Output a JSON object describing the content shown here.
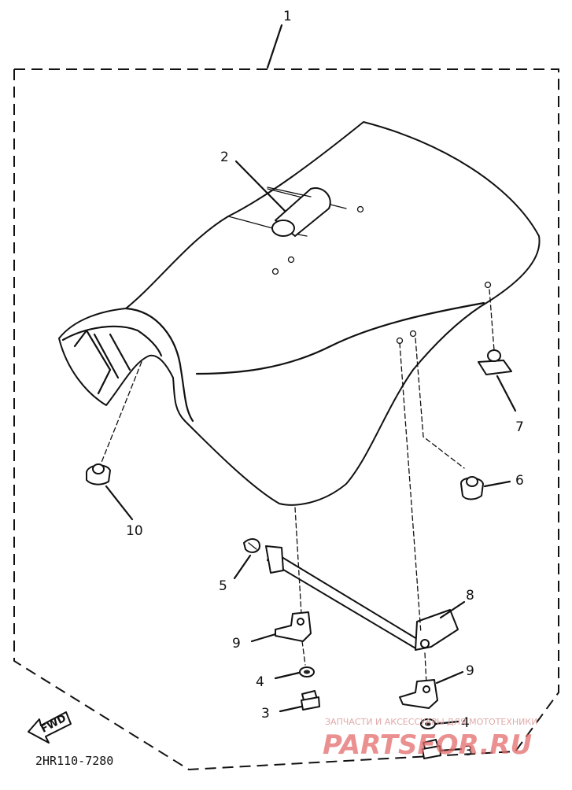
{
  "callouts": {
    "assembly": "1",
    "grab_pipe": "2",
    "bolt_left": "3",
    "bolt_right": "3",
    "washer_left": "4",
    "washer_right": "4",
    "clip": "5",
    "damper_right": "6",
    "nut_rear": "7",
    "lock_bar": "8",
    "bracket_left": "9",
    "bracket_right": "9",
    "damper_front": "10"
  },
  "fwd_label": "FWD",
  "diagram_code": "2HR110-7280",
  "watermark": {
    "caption": "ЗАПЧАСТИ И АКСЕССУАРЫ ДЛЯ МОТОТЕХНИКИ",
    "logo": "PARTSFOR.RU"
  },
  "colors": {
    "line": "#111111",
    "watermark": "#e56b6b"
  }
}
